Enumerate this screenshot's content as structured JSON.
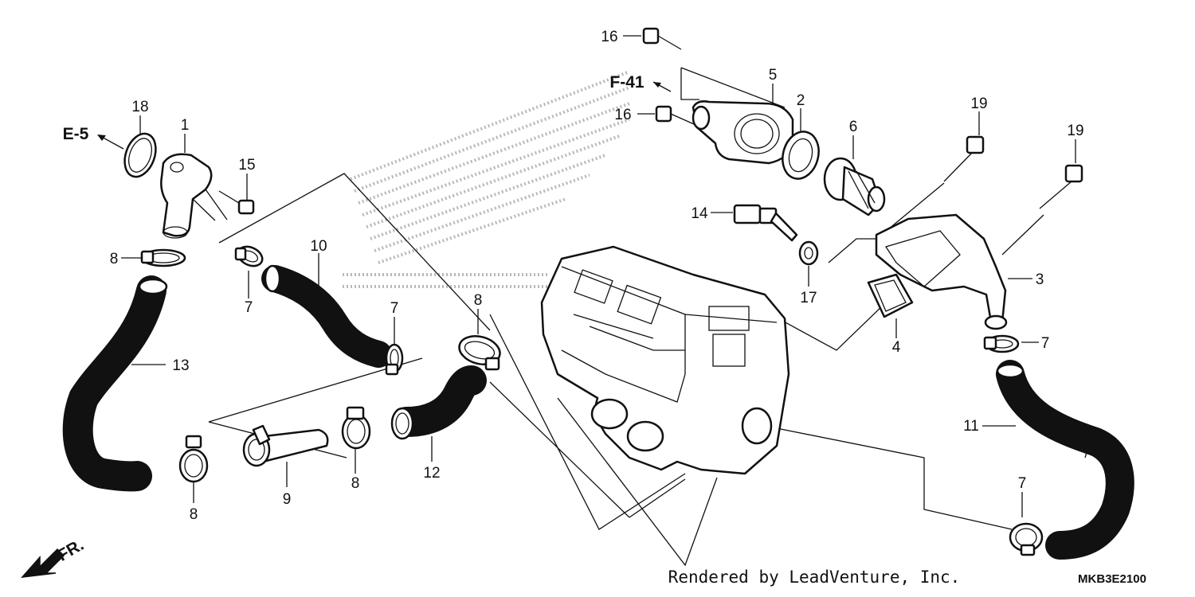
{
  "parts": [
    {
      "id": "c1",
      "label": "1"
    },
    {
      "id": "c2",
      "label": "2"
    },
    {
      "id": "c3",
      "label": "3"
    },
    {
      "id": "c4",
      "label": "4"
    },
    {
      "id": "c5",
      "label": "5"
    },
    {
      "id": "c6",
      "label": "6"
    },
    {
      "id": "c7a",
      "label": "7"
    },
    {
      "id": "c7b",
      "label": "7"
    },
    {
      "id": "c7c",
      "label": "7"
    },
    {
      "id": "c7d",
      "label": "7"
    },
    {
      "id": "c8a",
      "label": "8"
    },
    {
      "id": "c8b",
      "label": "8"
    },
    {
      "id": "c8c",
      "label": "8"
    },
    {
      "id": "c8d",
      "label": "8"
    },
    {
      "id": "c9",
      "label": "9"
    },
    {
      "id": "c10",
      "label": "10"
    },
    {
      "id": "c11",
      "label": "11"
    },
    {
      "id": "c12",
      "label": "12"
    },
    {
      "id": "c13",
      "label": "13"
    },
    {
      "id": "c14",
      "label": "14"
    },
    {
      "id": "c15",
      "label": "15"
    },
    {
      "id": "c16a",
      "label": "16"
    },
    {
      "id": "c16b",
      "label": "16"
    },
    {
      "id": "c17",
      "label": "17"
    },
    {
      "id": "c18",
      "label": "18"
    },
    {
      "id": "c19a",
      "label": "19"
    },
    {
      "id": "c19b",
      "label": "19"
    }
  ],
  "references": {
    "e5": "E-5",
    "f41": "F-41",
    "fr": "FR."
  },
  "footer": {
    "credit": "Rendered by LeadVenture, Inc.",
    "code": "MKB3E2100"
  }
}
